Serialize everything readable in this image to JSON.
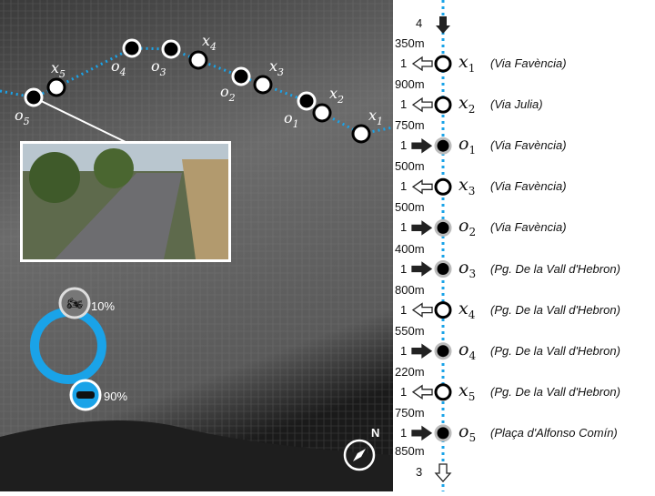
{
  "colors": {
    "route": "#1aa3e8",
    "accent": "#1aa3e8"
  },
  "map": {
    "points": [
      {
        "id": "x1",
        "sym": "x",
        "sub": "1",
        "type": "destination"
      },
      {
        "id": "x2",
        "sym": "x",
        "sub": "2",
        "type": "destination"
      },
      {
        "id": "o1",
        "sym": "o",
        "sub": "1",
        "type": "origin"
      },
      {
        "id": "x3",
        "sym": "x",
        "sub": "3",
        "type": "destination"
      },
      {
        "id": "o2",
        "sym": "o",
        "sub": "2",
        "type": "origin"
      },
      {
        "id": "x4",
        "sym": "x",
        "sub": "4",
        "type": "destination"
      },
      {
        "id": "o3",
        "sym": "o",
        "sub": "3",
        "type": "origin"
      },
      {
        "id": "o4",
        "sym": "o",
        "sub": "4",
        "type": "origin"
      },
      {
        "id": "x5",
        "sym": "x",
        "sub": "5",
        "type": "destination"
      },
      {
        "id": "o5",
        "sym": "o",
        "sub": "5",
        "type": "origin"
      }
    ],
    "mode_share": {
      "motorbike": "10%",
      "car": "90%",
      "motorbike_value": 10,
      "car_value": 90
    },
    "compass": "N"
  },
  "panel": {
    "top_count": "4",
    "bottom_count": "3",
    "final_distance": "850m",
    "rows": [
      {
        "distance": "350m",
        "count": "1",
        "dir": "out",
        "sym": "x",
        "sub": "1",
        "street": "(Via Favència)"
      },
      {
        "distance": "900m",
        "count": "1",
        "dir": "out",
        "sym": "x",
        "sub": "2",
        "street": "(Via Julia)"
      },
      {
        "distance": "750m",
        "count": "1",
        "dir": "in",
        "sym": "o",
        "sub": "1",
        "street": "(Via Favència)"
      },
      {
        "distance": "500m",
        "count": "1",
        "dir": "out",
        "sym": "x",
        "sub": "3",
        "street": "(Via Favència)"
      },
      {
        "distance": "500m",
        "count": "1",
        "dir": "in",
        "sym": "o",
        "sub": "2",
        "street": "(Via Favència)"
      },
      {
        "distance": "400m",
        "count": "1",
        "dir": "in",
        "sym": "o",
        "sub": "3",
        "street": "(Pg. De la Vall d'Hebron)"
      },
      {
        "distance": "800m",
        "count": "1",
        "dir": "out",
        "sym": "x",
        "sub": "4",
        "street": "(Pg. De la Vall d'Hebron)"
      },
      {
        "distance": "550m",
        "count": "1",
        "dir": "in",
        "sym": "o",
        "sub": "4",
        "street": "(Pg. De la Vall d'Hebron)"
      },
      {
        "distance": "220m",
        "count": "1",
        "dir": "out",
        "sym": "x",
        "sub": "5",
        "street": "(Pg. De la Vall d'Hebron)"
      },
      {
        "distance": "750m",
        "count": "1",
        "dir": "in",
        "sym": "o",
        "sub": "5",
        "street": "(Plaça d'Alfonso Comín)"
      }
    ]
  }
}
